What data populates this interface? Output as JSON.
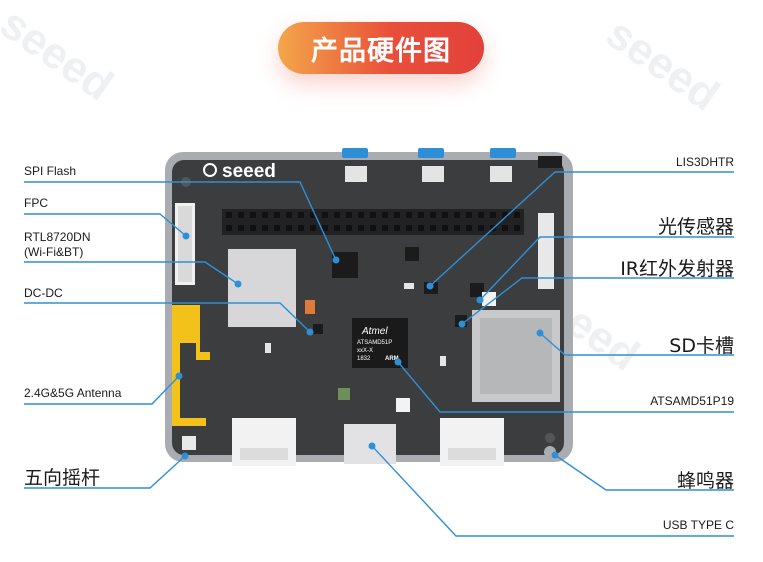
{
  "title": "产品硬件图",
  "brand": "seeed",
  "chip_text": {
    "brand": "Atmel",
    "part": "ATSAMD51P",
    "line3": "xxX-X",
    "line4": "1832",
    "mark": "ARM"
  },
  "labels_left": {
    "spi_flash": "SPI Flash",
    "fpc": "FPC",
    "rtl_line1": "RTL8720DN",
    "rtl_line2": "(Wi-Fi&BT)",
    "dcdc": "DC-DC",
    "antenna": "2.4G&5G Antenna",
    "joystick": "五向摇杆"
  },
  "labels_right": {
    "lis3dhtr": "LIS3DHTR",
    "light_sensor": "光传感器",
    "ir": "IR红外发射器",
    "sd": "SD卡槽",
    "mcu": "ATSAMD51P19",
    "buzzer": "蜂鸣器",
    "usb": "USB TYPE C"
  },
  "colors": {
    "accent_line": "#2f8fd6",
    "title_start": "#f3a64a",
    "title_end": "#e2413a",
    "pcb": "#3c3d3f",
    "frame": "#a9acb0"
  }
}
